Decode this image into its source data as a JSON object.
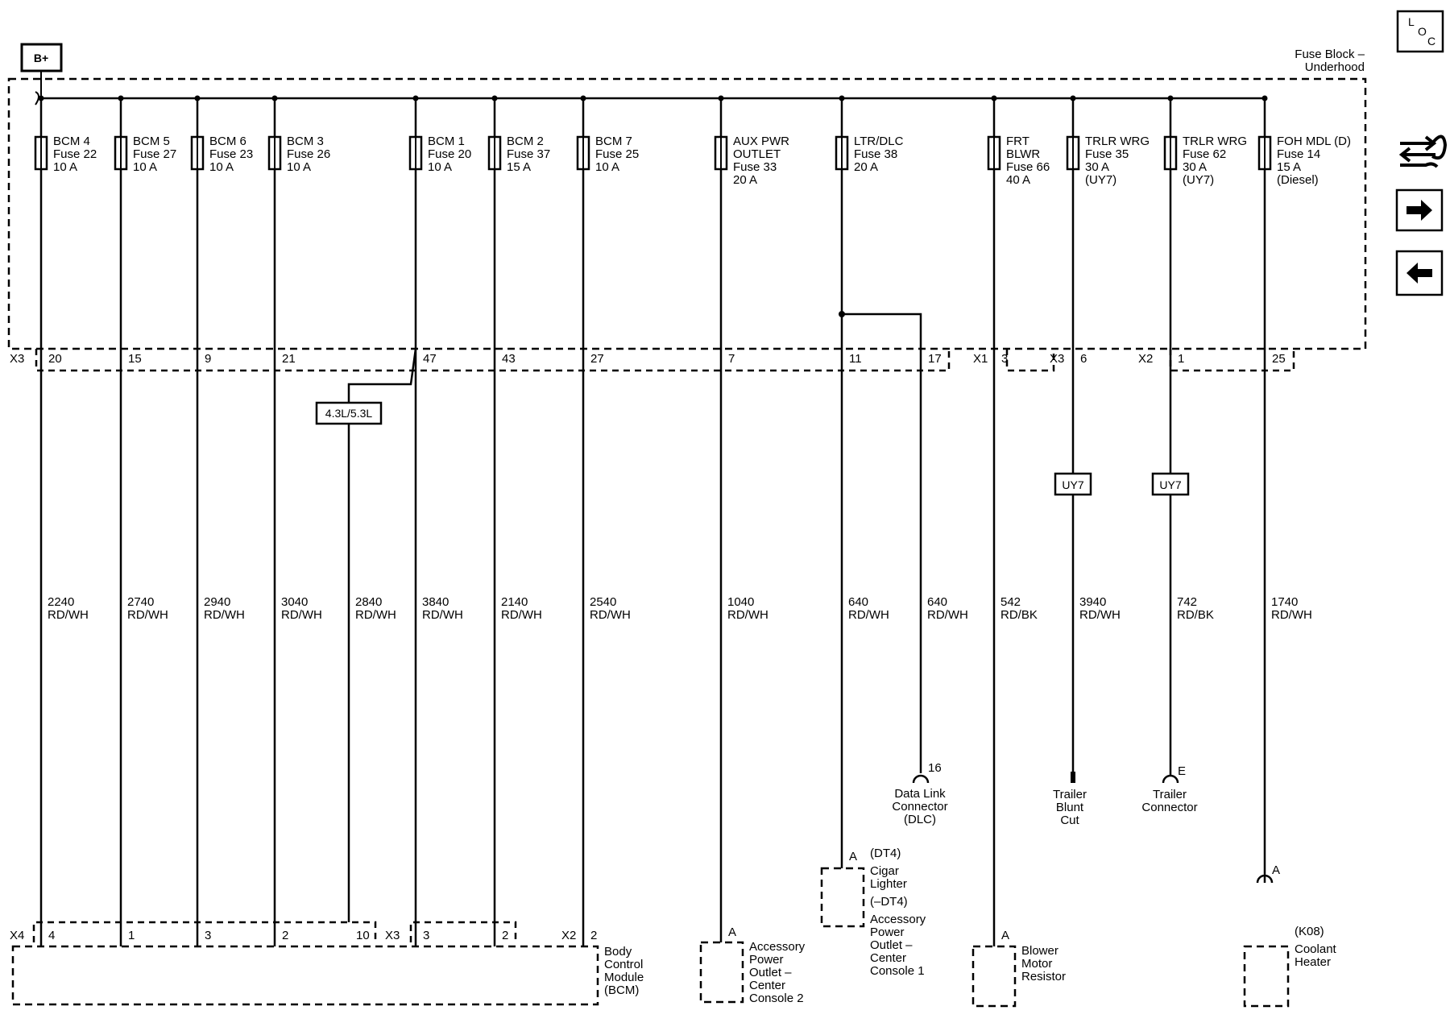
{
  "supply": {
    "label": "B+"
  },
  "fuse_block": {
    "title_line1": "Fuse Block –",
    "title_line2": "Underhood"
  },
  "nav": {
    "loc_l": "L",
    "loc_o": "O",
    "loc_c": "C",
    "icons": [
      "location-icon",
      "connector-swap-icon",
      "arrow-right-icon",
      "arrow-left-icon"
    ]
  },
  "connectors": {
    "x3": "X3",
    "x1": "X1",
    "x3b": "X3",
    "x2": "X2",
    "x4": "X4",
    "x3c": "X3",
    "x2b": "X2"
  },
  "option_4353": "4.3L/5.3L",
  "option_uy7": "UY7",
  "circuits": [
    {
      "fuse": [
        "BCM 4",
        "Fuse 22",
        "10 A"
      ],
      "pin_top": "20",
      "wire": [
        "2240",
        "RD/WH"
      ],
      "pin_bottom": "4"
    },
    {
      "fuse": [
        "BCM 5",
        "Fuse 27",
        "10 A"
      ],
      "pin_top": "15",
      "wire": [
        "2740",
        "RD/WH"
      ],
      "pin_bottom": "1"
    },
    {
      "fuse": [
        "BCM 6",
        "Fuse 23",
        "10 A"
      ],
      "pin_top": "9",
      "wire": [
        "2940",
        "RD/WH"
      ],
      "pin_bottom": "3"
    },
    {
      "fuse": [
        "BCM 3",
        "Fuse 26",
        "10 A"
      ],
      "pin_top": "21",
      "wire": [
        "3040",
        "RD/WH"
      ],
      "pin_bottom": "2"
    },
    {
      "fuse": [],
      "pin_top": "",
      "wire": [
        "2840",
        "RD/WH"
      ],
      "pin_bottom": "10"
    },
    {
      "fuse": [
        "BCM 1",
        "Fuse 20",
        "10 A"
      ],
      "pin_top": "47",
      "wire": [
        "3840",
        "RD/WH"
      ],
      "pin_bottom": "3"
    },
    {
      "fuse": [
        "BCM 2",
        "Fuse 37",
        "15 A"
      ],
      "pin_top": "43",
      "wire": [
        "2140",
        "RD/WH"
      ],
      "pin_bottom": "2"
    },
    {
      "fuse": [
        "BCM 7",
        "Fuse 25",
        "10 A"
      ],
      "pin_top": "27",
      "wire": [
        "2540",
        "RD/WH"
      ],
      "pin_bottom": "2"
    },
    {
      "fuse": [
        "AUX PWR",
        "OUTLET",
        "Fuse 33",
        "20 A"
      ],
      "pin_top": "7",
      "wire": [
        "1040",
        "RD/WH"
      ],
      "pin_bottom": "A"
    },
    {
      "fuse": [
        "LTR/DLC",
        "Fuse 38",
        "20 A"
      ],
      "pin_top": "11",
      "wire": [
        "640",
        "RD/WH"
      ],
      "pin_bottom": "A"
    },
    {
      "fuse": [],
      "pin_top": "17",
      "wire": [
        "640",
        "RD/WH"
      ],
      "pin_bottom": "16"
    },
    {
      "fuse": [
        "FRT",
        "BLWR",
        "Fuse 66",
        "40 A"
      ],
      "pin_top": "3",
      "wire": [
        "542",
        "RD/BK"
      ],
      "pin_bottom": "A"
    },
    {
      "fuse": [
        "TRLR WRG",
        "Fuse 35",
        "30 A",
        "(UY7)"
      ],
      "pin_top": "6",
      "wire": [
        "3940",
        "RD/WH"
      ],
      "pin_bottom": ""
    },
    {
      "fuse": [
        "TRLR WRG",
        "Fuse 62",
        "30 A",
        "(UY7)"
      ],
      "pin_top": "1",
      "wire": [
        "742",
        "RD/BK"
      ],
      "pin_bottom": "E"
    },
    {
      "fuse": [
        "FOH MDL (D)",
        "Fuse 14",
        "15 A",
        "(Diesel)"
      ],
      "pin_top": "25",
      "wire": [
        "1740",
        "RD/WH"
      ],
      "pin_bottom": "A"
    }
  ],
  "components": {
    "bcm": [
      "Body",
      "Control",
      "Module",
      "(BCM)"
    ],
    "apo2": [
      "Accessory",
      "Power",
      "Outlet –",
      "Center",
      "Console 2"
    ],
    "cigar": {
      "opt1": "(DT4)",
      "name1": [
        "Cigar",
        "Lighter"
      ],
      "opt2": "(–DT4)",
      "name2": [
        "Accessory",
        "Power",
        "Outlet –",
        "Center",
        "Console 1"
      ]
    },
    "dlc": [
      "Data Link",
      "Connector",
      "(DLC)"
    ],
    "blower": [
      "Blower",
      "Motor",
      "Resistor"
    ],
    "trailer_blunt": [
      "Trailer",
      "Blunt",
      "Cut"
    ],
    "trailer_conn": [
      "Trailer",
      "Connector"
    ],
    "coolant": {
      "opt": "(K08)",
      "name": [
        "Coolant",
        "Heater"
      ]
    }
  }
}
